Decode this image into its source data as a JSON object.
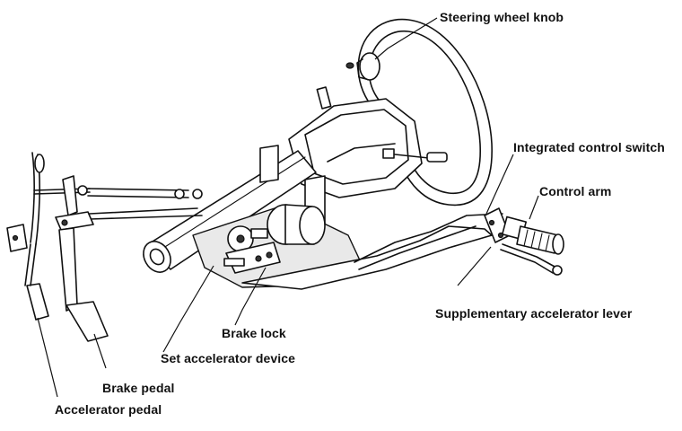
{
  "labels": {
    "steering_wheel_knob": "Steering wheel knob",
    "integrated_control_switch": "Integrated control switch",
    "control_arm": "Control arm",
    "supplementary_accelerator_lever": "Supplementary accelerator lever",
    "brake_lock": "Brake lock",
    "set_accelerator_device": "Set accelerator device",
    "brake_pedal": "Brake pedal",
    "accelerator_pedal": "Accelerator pedal"
  },
  "colors": {
    "ink": "#111111",
    "background": "#ffffff",
    "shade": "#e9e9e9"
  }
}
